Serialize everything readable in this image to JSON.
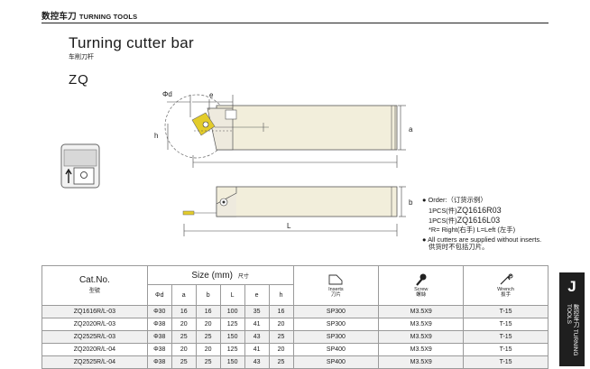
{
  "header": {
    "category_cn": "数控车刀",
    "category_en": "TURNING TOOLS"
  },
  "title": "Turning cutter bar",
  "subtitle": "车削刀杆",
  "model": "ZQ",
  "diagram_labels": {
    "phi_d": "Φd",
    "e": "e",
    "h": "h",
    "a": "a",
    "b": "b",
    "L": "L"
  },
  "notes": {
    "order_label": "Order:（订货示例）",
    "line1_prefix": "1PCS(件)",
    "line1_code": "ZQ1616R03",
    "line2_prefix": "1PCS(件)",
    "line2_code": "ZQ1616L03",
    "rl_note": "*R= Right(右手)   L=Left (左手)",
    "supply_en": "All cutters are supplied without inserts.",
    "supply_cn": "供货时不包括刀片。"
  },
  "side_tab": {
    "letter": "J",
    "cn": "数控车刀",
    "en": "TURNING TOOLS"
  },
  "table": {
    "catno_label": "Cat.No.",
    "catno_cn": "型號",
    "size_label": "Size (mm)",
    "size_cn": "尺寸",
    "dim_cols": [
      "Φd",
      "a",
      "b",
      "L",
      "e",
      "h"
    ],
    "inserts_label": "Inserts",
    "inserts_cn": "刀片",
    "screw_label": "Screw",
    "screw_cn": "螺絲",
    "wrench_label": "Wrench",
    "wrench_cn": "扳手",
    "rows": [
      {
        "cat": "ZQ1616R/L-03",
        "d": "Φ30",
        "a": "16",
        "b": "16",
        "L": "100",
        "e": "35",
        "h": "16",
        "insert": "SP300",
        "screw": "M3.5X9",
        "wrench": "T-15"
      },
      {
        "cat": "ZQ2020R/L-03",
        "d": "Φ38",
        "a": "20",
        "b": "20",
        "L": "125",
        "e": "41",
        "h": "20",
        "insert": "SP300",
        "screw": "M3.5X9",
        "wrench": "T-15"
      },
      {
        "cat": "ZQ2525R/L-03",
        "d": "Φ38",
        "a": "25",
        "b": "25",
        "L": "150",
        "e": "43",
        "h": "25",
        "insert": "SP300",
        "screw": "M3.5X9",
        "wrench": "T-15"
      },
      {
        "cat": "ZQ2020R/L-04",
        "d": "Φ38",
        "a": "20",
        "b": "20",
        "L": "125",
        "e": "41",
        "h": "20",
        "insert": "SP400",
        "screw": "M3.5X9",
        "wrench": "T-15"
      },
      {
        "cat": "ZQ2525R/L-04",
        "d": "Φ38",
        "a": "25",
        "b": "25",
        "L": "150",
        "e": "43",
        "h": "25",
        "insert": "SP400",
        "screw": "M3.5X9",
        "wrench": "T-15"
      }
    ]
  }
}
